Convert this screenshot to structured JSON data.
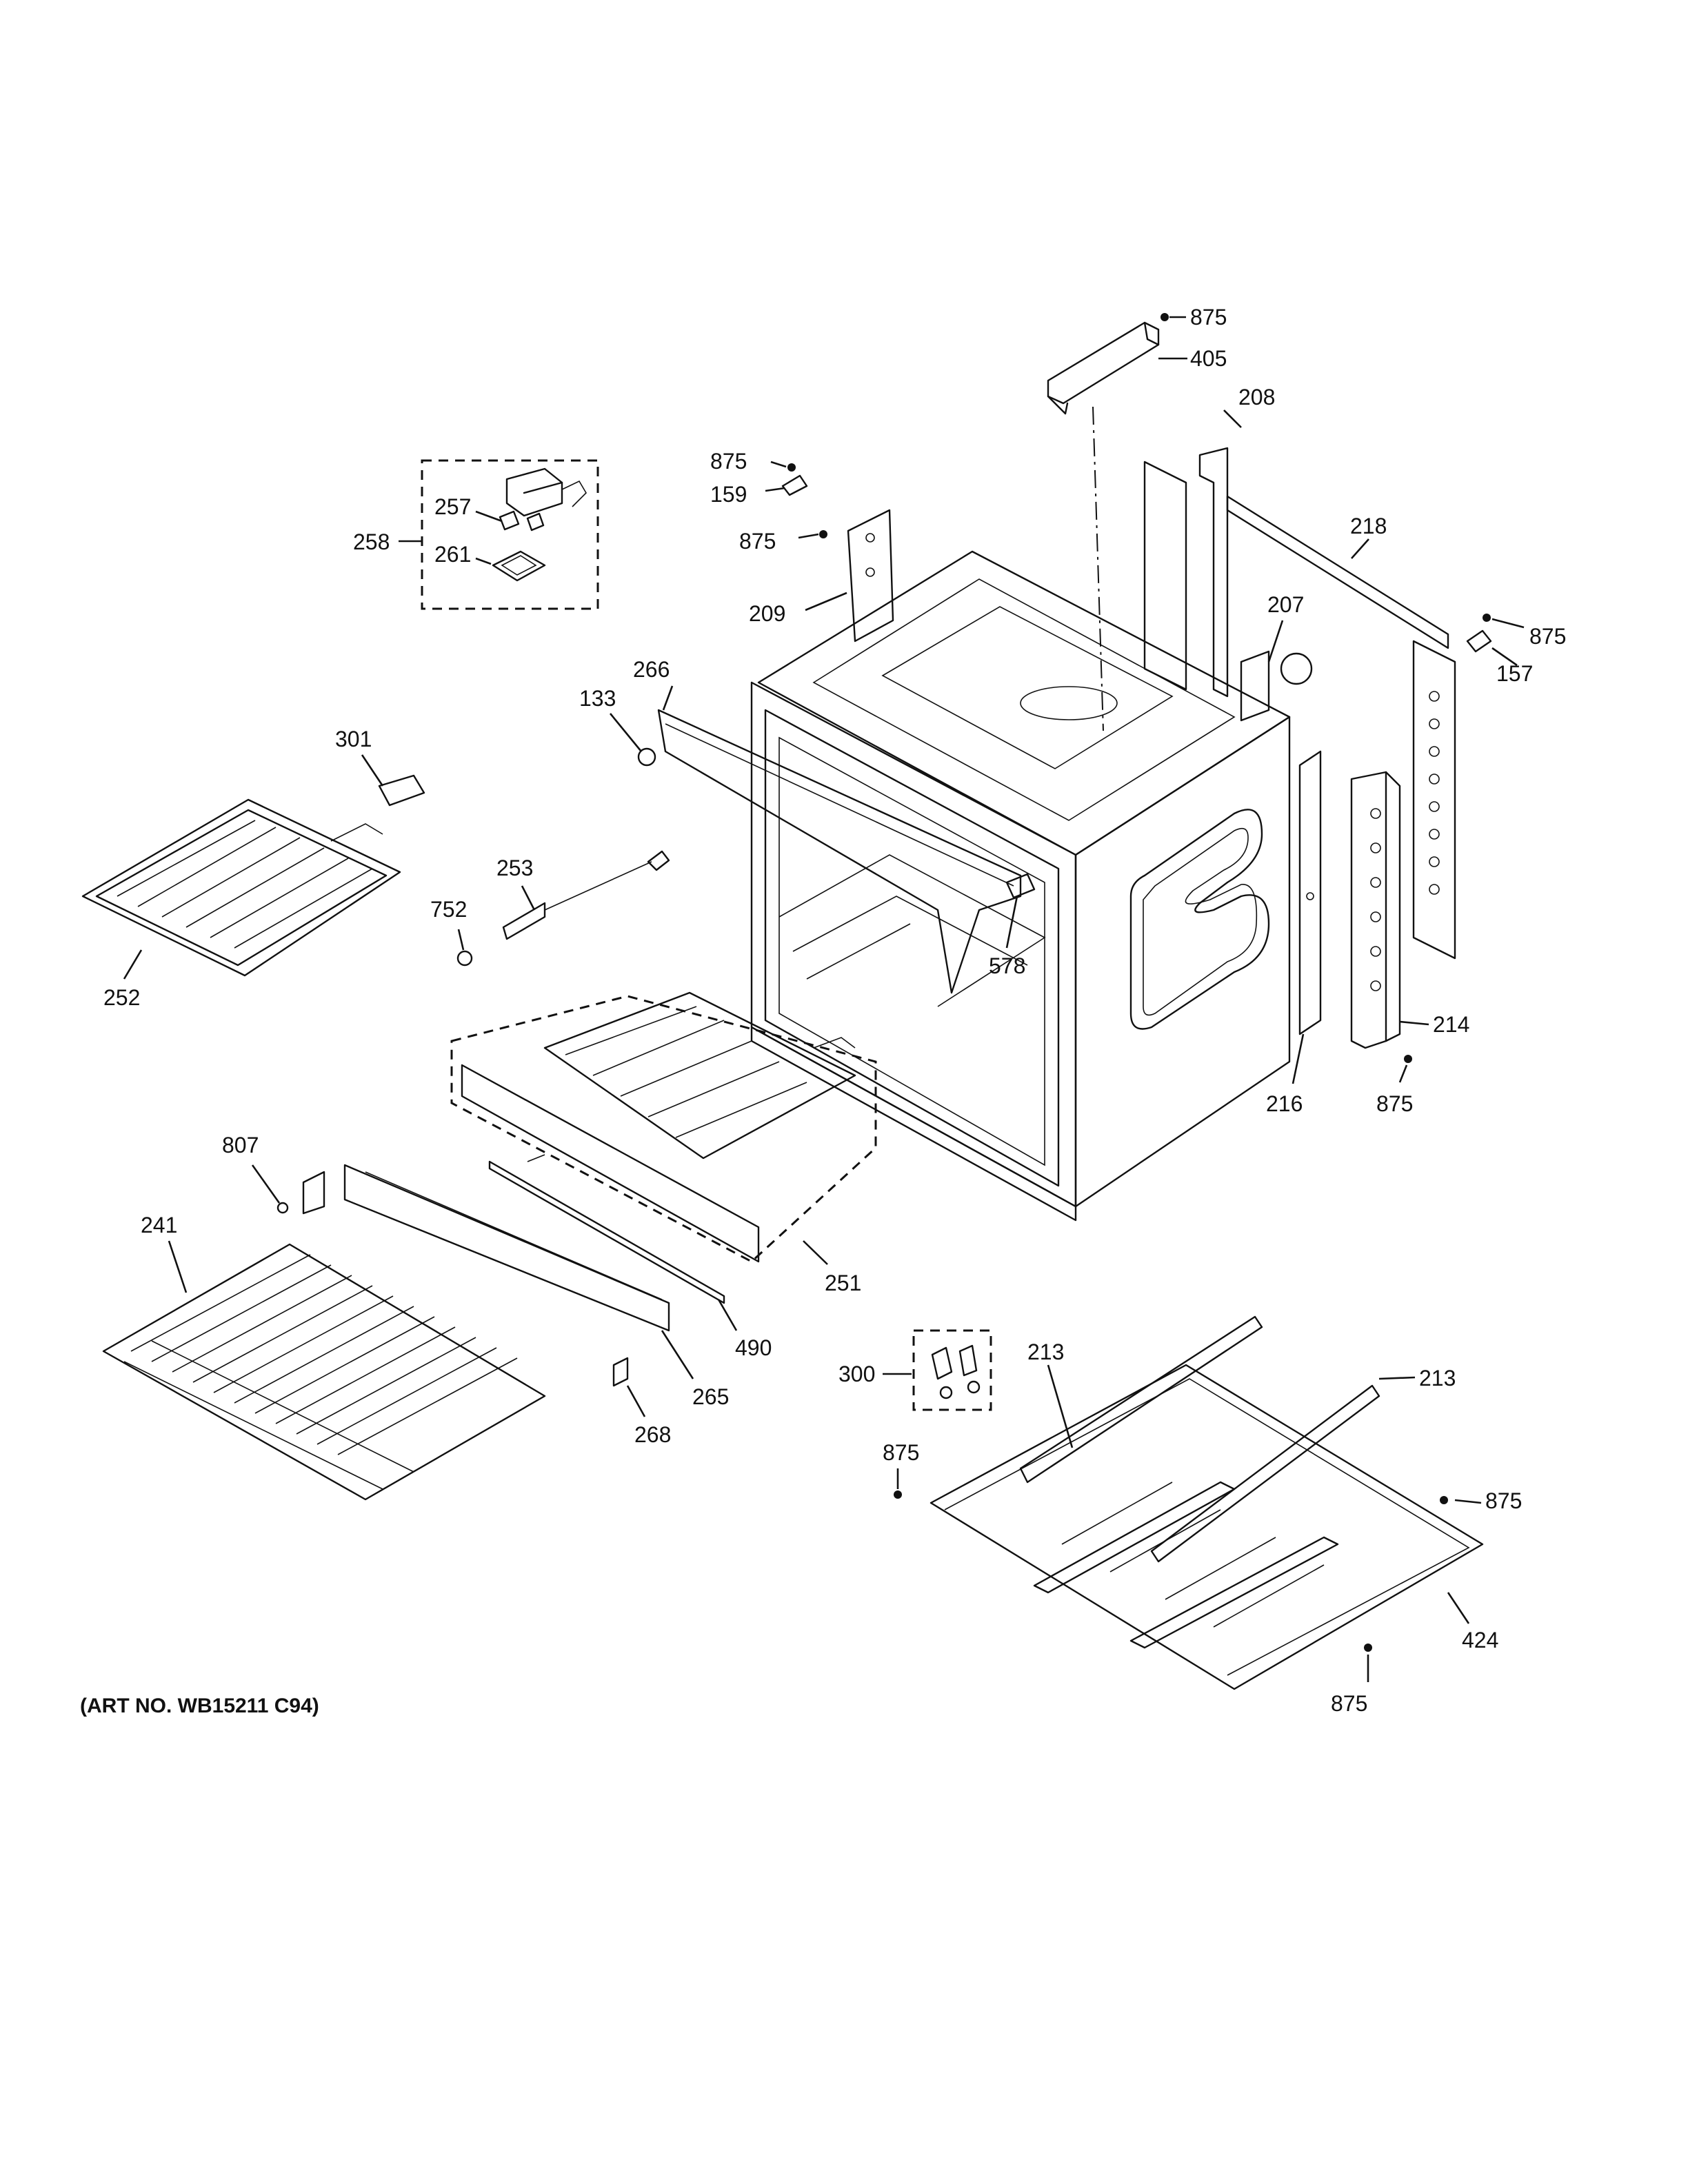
{
  "caption": "(ART NO. WB15211 C94)",
  "callouts": [
    {
      "id": "c875a",
      "label": "875"
    },
    {
      "id": "c405",
      "label": "405"
    },
    {
      "id": "c208",
      "label": "208"
    },
    {
      "id": "c875b",
      "label": "875"
    },
    {
      "id": "c159",
      "label": "159"
    },
    {
      "id": "c875c",
      "label": "875"
    },
    {
      "id": "c209",
      "label": "209"
    },
    {
      "id": "c218",
      "label": "218"
    },
    {
      "id": "c207",
      "label": "207"
    },
    {
      "id": "c875d",
      "label": "875"
    },
    {
      "id": "c157",
      "label": "157"
    },
    {
      "id": "c257",
      "label": "257"
    },
    {
      "id": "c258",
      "label": "258"
    },
    {
      "id": "c261",
      "label": "261"
    },
    {
      "id": "c266",
      "label": "266"
    },
    {
      "id": "c133",
      "label": "133"
    },
    {
      "id": "c301",
      "label": "301"
    },
    {
      "id": "c253",
      "label": "253"
    },
    {
      "id": "c752",
      "label": "752"
    },
    {
      "id": "c578",
      "label": "578"
    },
    {
      "id": "c252",
      "label": "252"
    },
    {
      "id": "c214",
      "label": "214"
    },
    {
      "id": "c216",
      "label": "216"
    },
    {
      "id": "c875e",
      "label": "875"
    },
    {
      "id": "c807",
      "label": "807"
    },
    {
      "id": "c241",
      "label": "241"
    },
    {
      "id": "c251",
      "label": "251"
    },
    {
      "id": "c490",
      "label": "490"
    },
    {
      "id": "c265",
      "label": "265"
    },
    {
      "id": "c268",
      "label": "268"
    },
    {
      "id": "c300",
      "label": "300"
    },
    {
      "id": "c213a",
      "label": "213"
    },
    {
      "id": "c213b",
      "label": "213"
    },
    {
      "id": "c875f",
      "label": "875"
    },
    {
      "id": "c875g",
      "label": "875"
    },
    {
      "id": "c424",
      "label": "424"
    },
    {
      "id": "c875h",
      "label": "875"
    }
  ]
}
